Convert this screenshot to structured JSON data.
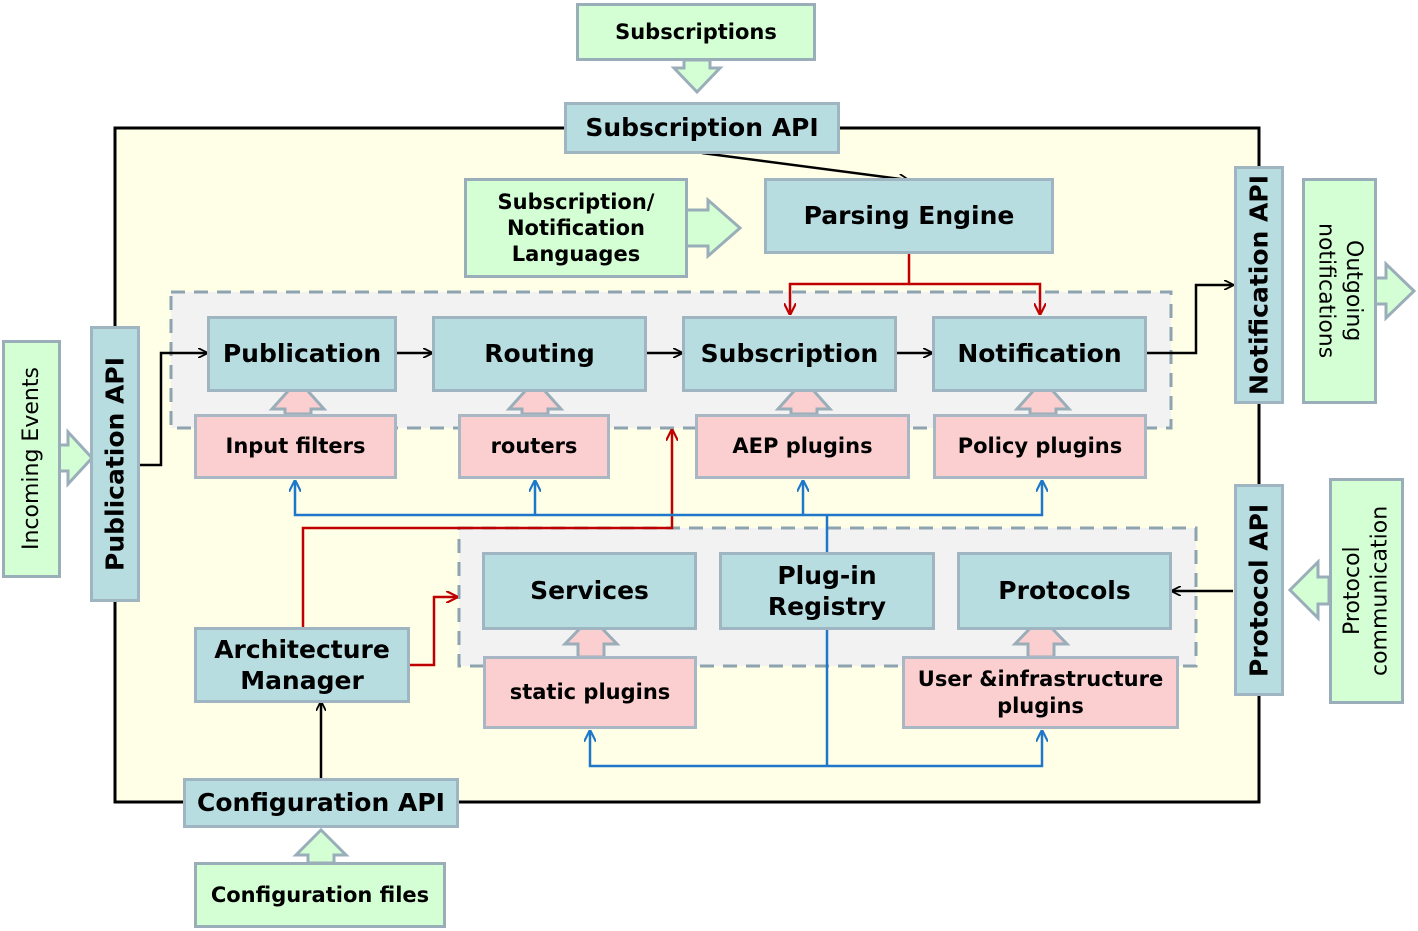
{
  "external": {
    "subscriptions": "Subscriptions",
    "languages": "Subscription/\nNotification\nLanguages",
    "incoming_events": "Incoming Events",
    "outgoing_notifications": "Outgoing\nnotifications",
    "protocol_communication": "Protocol\ncommunication",
    "configuration_files": "Configuration files"
  },
  "apis": {
    "subscription_api": "Subscription API",
    "publication_api": "Publication API",
    "notification_api": "Notification API",
    "protocol_api": "Protocol API",
    "configuration_api": "Configuration API"
  },
  "core": {
    "parsing_engine": "Parsing Engine",
    "publication": "Publication",
    "routing": "Routing",
    "subscription": "Subscription",
    "notification": "Notification",
    "services": "Services",
    "plugin_registry": "Plug-in\nRegistry",
    "protocols": "Protocols",
    "architecture_manager": "Architecture\nManager"
  },
  "plugins": {
    "input_filters": "Input filters",
    "routers": "routers",
    "aep_plugins": "AEP plugins",
    "policy_plugins": "Policy plugins",
    "static_plugins": "static plugins",
    "user_infrastructure_plugins": "User &infrastructure\nplugins"
  },
  "colors": {
    "container_fill": "#ffffe8",
    "core_fill": "#b7dde1",
    "plugin_fill": "#fbcfcf",
    "external_fill": "#d4ffd4",
    "blue_wire": "#1e77c8",
    "red_wire": "#c00000"
  }
}
